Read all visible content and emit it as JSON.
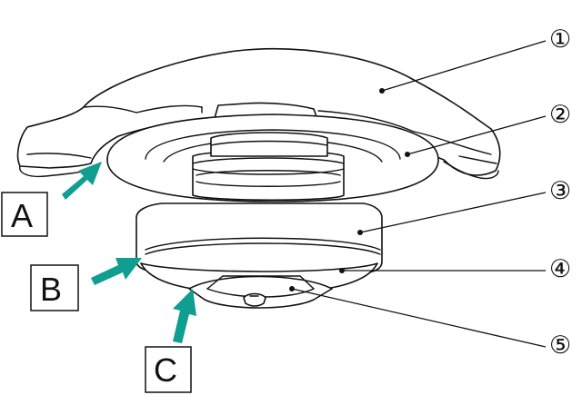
{
  "diagram": {
    "parts": [
      {
        "id": "1",
        "label": "①"
      },
      {
        "id": "2",
        "label": "②"
      },
      {
        "id": "3",
        "label": "③"
      },
      {
        "id": "4",
        "label": "④"
      },
      {
        "id": "5",
        "label": "⑤"
      }
    ],
    "arrows": [
      {
        "id": "A",
        "label": "A"
      },
      {
        "id": "B",
        "label": "B"
      },
      {
        "id": "C",
        "label": "C"
      }
    ],
    "arrow_color": "#0f9e8f",
    "line_color": "#111111"
  }
}
